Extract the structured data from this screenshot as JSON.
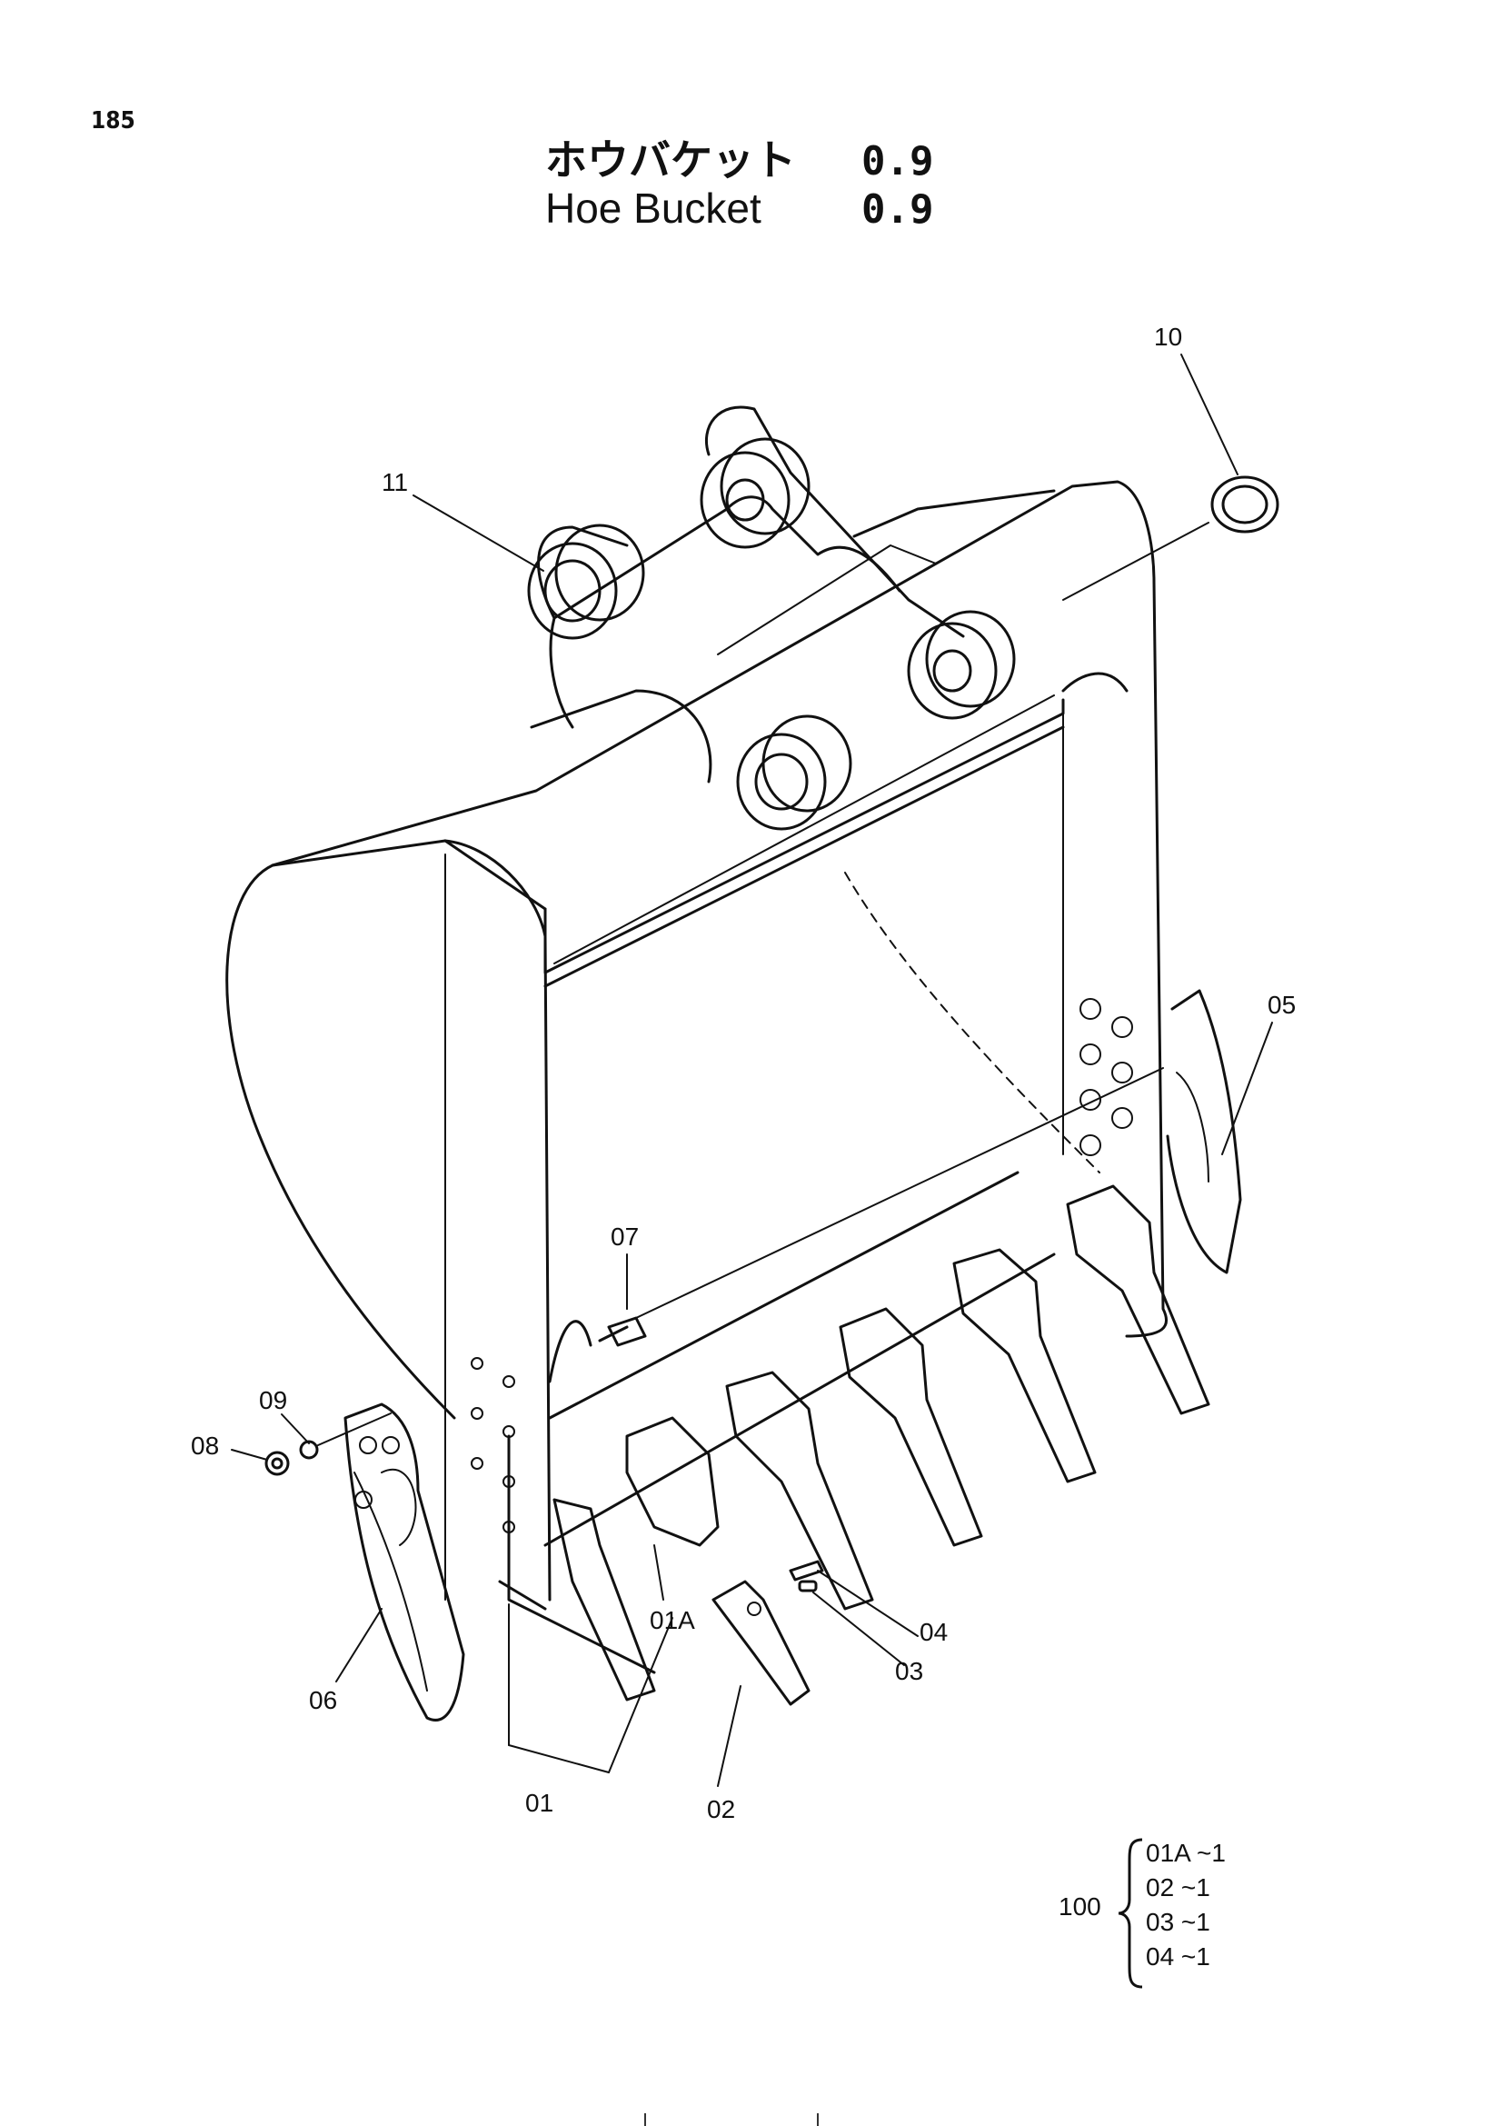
{
  "page_number": "185",
  "title": {
    "jp": "ホウバケット",
    "en": "Hoe Bucket",
    "size_jp": "0.9",
    "size_en": "0.9"
  },
  "callouts": {
    "c10": "10",
    "c11": "11",
    "c05": "05",
    "c07": "07",
    "c09": "09",
    "c08": "08",
    "c06": "06",
    "c01A": "01A",
    "c04": "04",
    "c03": "03",
    "c01": "01",
    "c02": "02"
  },
  "kit": {
    "number": "100",
    "items": [
      "01A ~1",
      "02 ~1",
      "03 ~1",
      "04 ~1"
    ]
  }
}
